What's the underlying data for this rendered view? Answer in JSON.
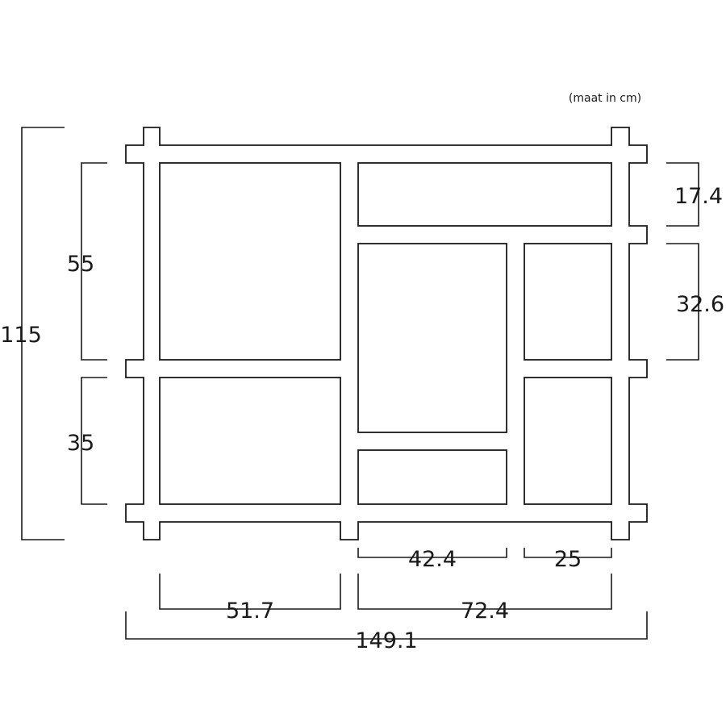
{
  "note": "(maat in cm)",
  "dimensions": {
    "total_height": "115",
    "upper_height": "55",
    "lower_height": "35",
    "top_right_height": "17.4",
    "mid_right_height": "32.6",
    "inner_width_a": "42.4",
    "inner_width_b": "25",
    "left_width": "51.7",
    "right_width": "72.4",
    "total_width": "149.1"
  }
}
